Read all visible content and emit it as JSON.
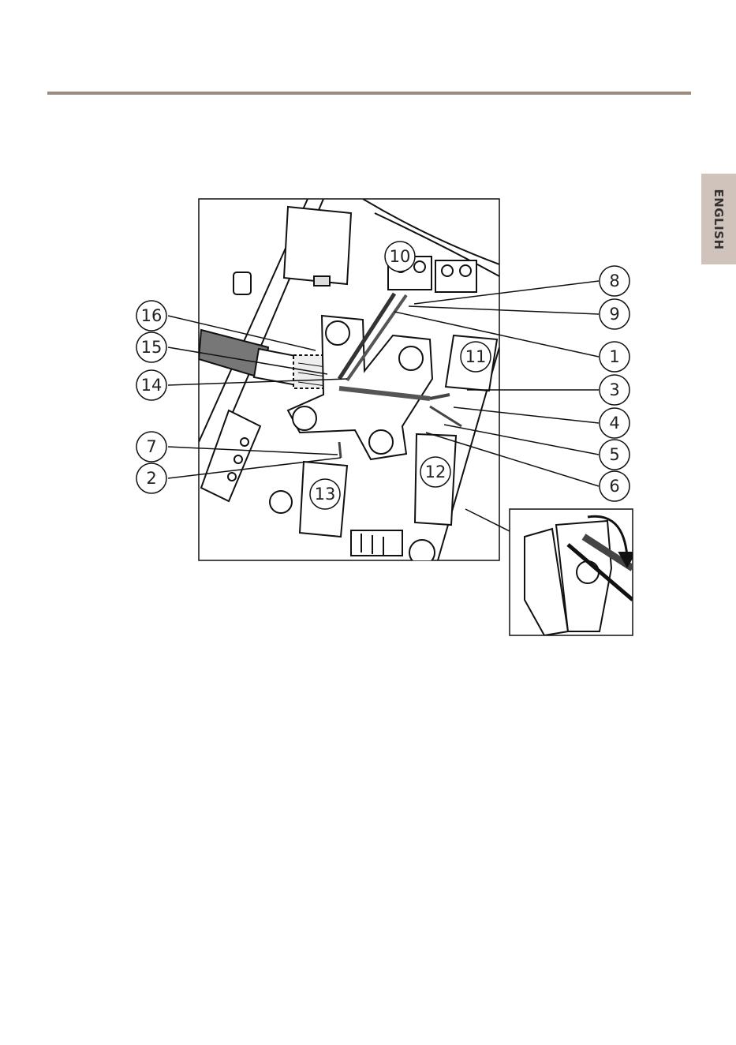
{
  "header": {
    "language_tab": "ENGLISH",
    "rule_color": "#9a8a7f",
    "tab_color": "#cfc3bb"
  },
  "figure": {
    "callouts": [
      {
        "label": "16"
      },
      {
        "label": "15"
      },
      {
        "label": "14"
      },
      {
        "label": "7"
      },
      {
        "label": "2"
      },
      {
        "label": "8"
      },
      {
        "label": "9"
      },
      {
        "label": "1"
      },
      {
        "label": "3"
      },
      {
        "label": "4"
      },
      {
        "label": "5"
      },
      {
        "label": "6"
      },
      {
        "label": "10"
      },
      {
        "label": "11"
      },
      {
        "label": "12"
      },
      {
        "label": "13"
      }
    ]
  }
}
